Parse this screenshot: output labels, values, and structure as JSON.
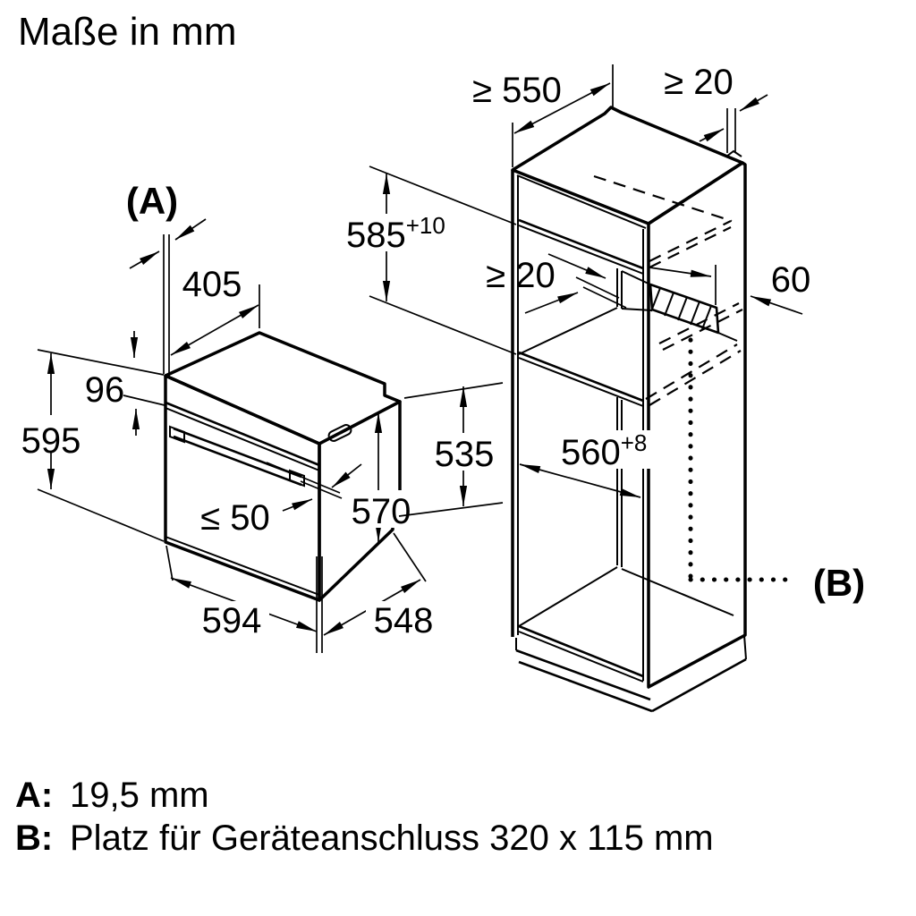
{
  "title": "Maße in mm",
  "diagram": {
    "oven": {
      "label": "(A)",
      "top_depth": "405",
      "panel_height": "96",
      "height": "595",
      "handle_max": "≤ 50",
      "body_height": "570",
      "rear_height": "535",
      "width": "594",
      "depth": "548"
    },
    "cabinet": {
      "depth_min": "≥ 550",
      "wall_gap_min": "≥ 20",
      "niche_height": "585",
      "niche_height_tol": "+10",
      "back_gap_min": "≥ 20",
      "slot_dist": "60",
      "niche_width": "560",
      "niche_width_tol": "+8",
      "label": "(B)"
    }
  },
  "legend": {
    "a_key": "A:",
    "a_value": "19,5 mm",
    "b_key": "B:",
    "b_value": "Platz für Geräteanschluss 320 x 115 mm"
  }
}
